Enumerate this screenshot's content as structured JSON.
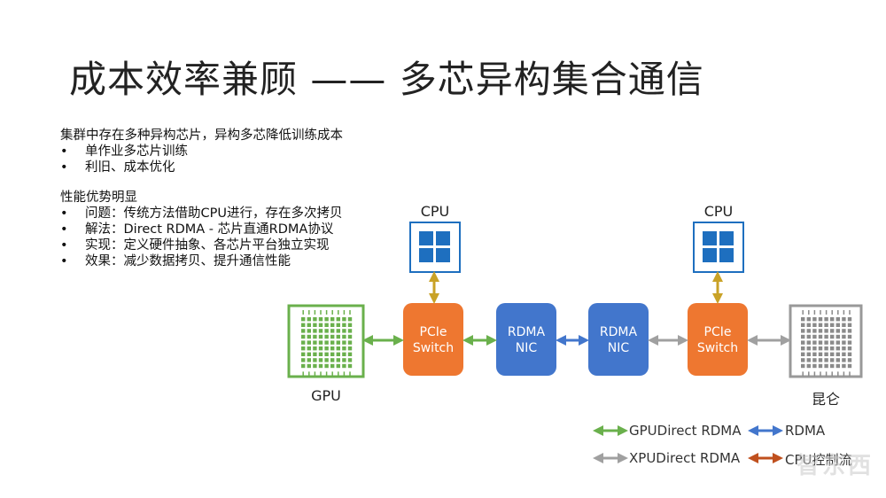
{
  "title": "成本效率兼顾 —— 多芯异构集合通信",
  "section1": {
    "heading": "集群中存在多种异构芯片，异构多芯降低训练成本",
    "bullets": [
      "单作业多芯片训练",
      "利旧、成本优化"
    ]
  },
  "section2": {
    "heading": "性能优势明显",
    "bullets": [
      "问题：传统方法借助CPU进行，存在多次拷贝",
      "解法：Direct RDMA - 芯片直通RDMA协议",
      "实现：定义硬件抽象、各芯片平台独立实现",
      "效果：减少数据拷贝、提升通信性能"
    ]
  },
  "bullet_char": "•",
  "diagram": {
    "cpu_left_label": "CPU",
    "cpu_right_label": "CPU",
    "gpu_label": "GPU",
    "kunlun_label": "昆仑",
    "pcie_left": [
      "PCIe",
      "Switch"
    ],
    "pcie_right": [
      "PCIe",
      "Switch"
    ],
    "nic_left": [
      "RDMA",
      "NIC"
    ],
    "nic_right": [
      "RDMA",
      "NIC"
    ]
  },
  "legend": {
    "gpudirect": "GPUDirect RDMA",
    "rdma": "RDMA",
    "xpudirect": "XPUDirect RDMA",
    "cpu_control": "CPU控制流"
  },
  "colors": {
    "orange": "#ee7730",
    "blue": "#4276cc",
    "cpu_blue": "#1e6fbf",
    "green": "#6ab04c",
    "gray": "#a0a0a0",
    "gold": "#c9a227",
    "control": "#c0501e"
  },
  "watermark": "智东西"
}
